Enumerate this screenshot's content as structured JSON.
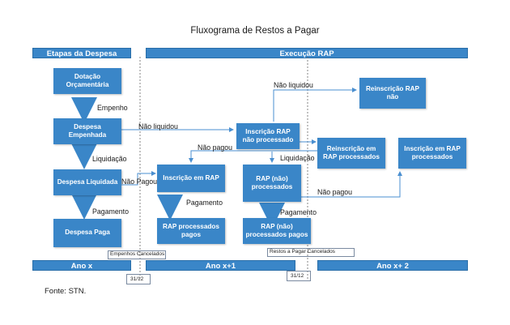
{
  "title": "Fluxograma de Restos a Pagar",
  "headers": {
    "etapas": "Etapas da Despesa",
    "execucao": "Execução RAP"
  },
  "boxes": {
    "dotacao": "Dotação Orçamentária",
    "empenhada": "Despesa Empenhada",
    "liquidada": "Despesa Liquidada",
    "paga": "Despesa Paga",
    "inscricao_np": "Inscrição RAP não processado",
    "reinscricao_nao": "Reinscrição RAP não",
    "reinscricao_proc": "Reinscrição em RAP processados",
    "inscricao_proc": "Inscrição em RAP processados",
    "inscricao_rap": "Inscrição em RAP",
    "rap_nao_proc": "RAP (não) processados",
    "rap_proc_pagos": "RAP processados pagos",
    "rap_nao_proc_pagos": "RAP (não) processados pagos"
  },
  "labels": {
    "empenho": "Empenho",
    "liquidacao1": "Liquidação",
    "pagamento1": "Pagamento",
    "nao_liquidou1": "Não liquidou",
    "nao_liquidou2": "Não liquidou",
    "nao_pagou1": "Não pagou",
    "nao_pagou2": "Não Pagou",
    "liquidacao2": "Liquidação",
    "nao_pagou3": "Não pagou",
    "pagamento2": "Pagamento",
    "pagamento3": "Pagamento"
  },
  "notes": {
    "empenhos_cancelados": "Empenhos Cancelados",
    "restos_cancelados": "Restos a Pagar  Cancelados"
  },
  "years": {
    "ano_x": "Ano x",
    "ano_x1": "Ano x+1",
    "ano_x2": "Ano x+ 2"
  },
  "dates": {
    "d1": "31/12",
    "d2": "31/12"
  },
  "source": "Fonte: STN.",
  "colors": {
    "box": "#3a86c8",
    "arrow": "#4a8fd0",
    "line": "#555555"
  }
}
